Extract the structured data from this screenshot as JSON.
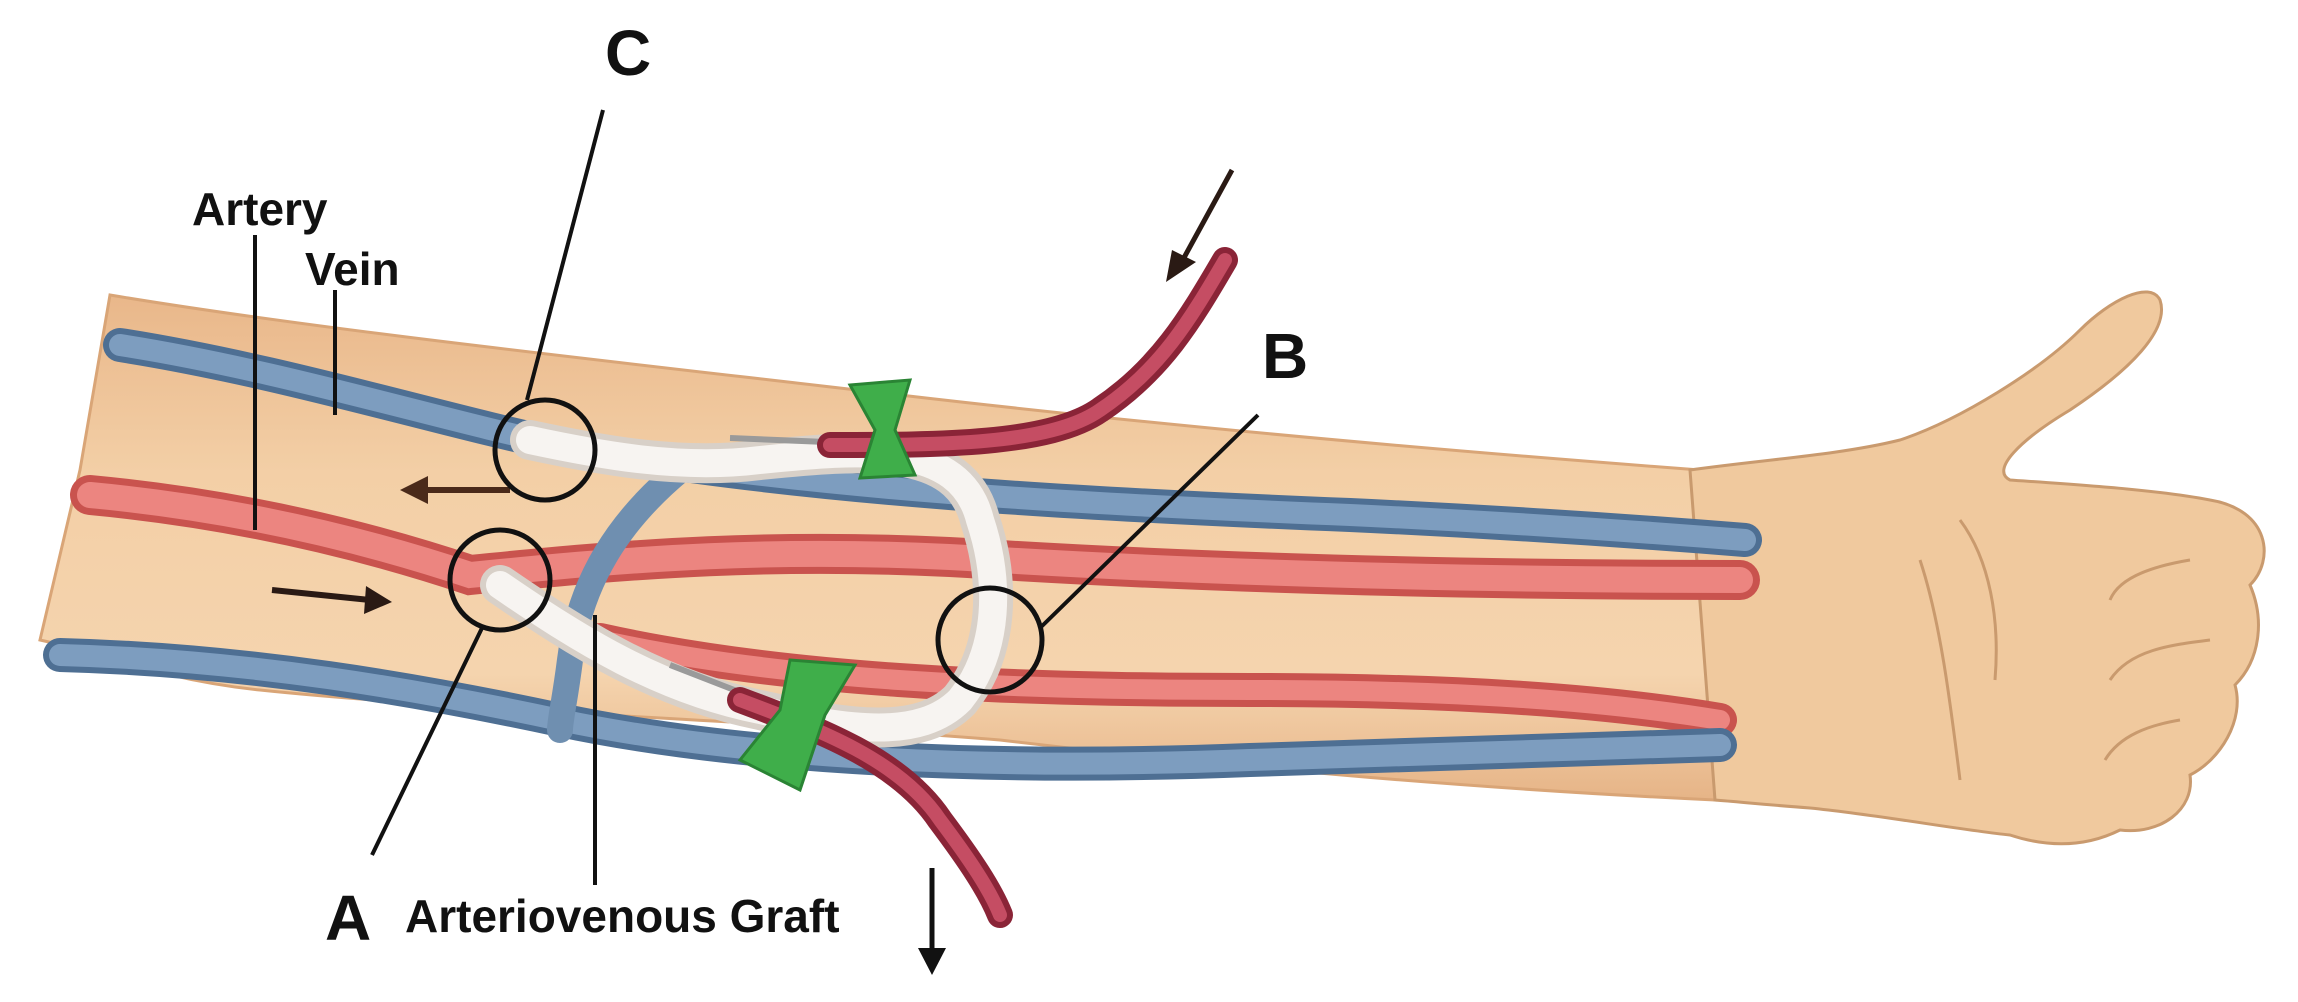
{
  "labels": {
    "artery": "Artery",
    "vein": "Vein",
    "c": "C",
    "b": "B",
    "a": "A",
    "graft": "Arteriovenous Graft"
  },
  "colors": {
    "skin": "#f1c9a0",
    "skin_shadow": "#d9a577",
    "artery": "#e8716a",
    "artery_dark": "#c9534e",
    "vein": "#6f8fb0",
    "vein_dark": "#4e6f93",
    "graft": "#f4f0ec",
    "tube": "#b7374f",
    "clamp": "#3fae4a",
    "line": "#111111"
  }
}
